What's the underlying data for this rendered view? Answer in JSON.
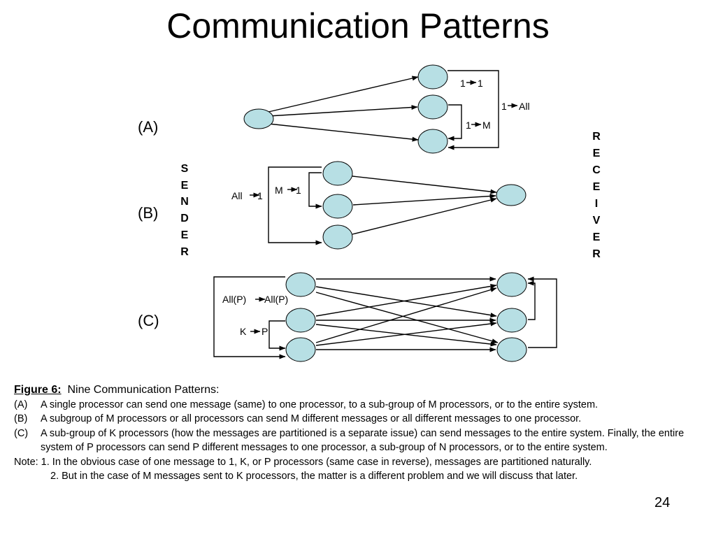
{
  "title": "Communication Patterns",
  "sections": {
    "a": "(A)",
    "b": "(B)",
    "c": "(C)"
  },
  "side_labels": {
    "sender": [
      "S",
      "E",
      "N",
      "D",
      "E",
      "R"
    ],
    "receiver": [
      "R",
      "E",
      "C",
      "E",
      "I",
      "V",
      "E",
      "R"
    ]
  },
  "diagram_labels": {
    "a_one_to_one": [
      "1",
      "1"
    ],
    "a_one_to_all": [
      "1",
      "All"
    ],
    "a_one_to_m": [
      "1",
      "M"
    ],
    "b_all_to_one": [
      "All",
      "1"
    ],
    "b_m_to_one": [
      "M",
      "1"
    ],
    "c_allp_to_allp": [
      "All(P)",
      "All(P)"
    ],
    "c_k_to_p": [
      "K",
      "P"
    ]
  },
  "caption": {
    "figure_label": "Figure 6:",
    "figure_title": "Nine Communication Patterns",
    "figure_colon": ":",
    "items": [
      {
        "key": "(A)",
        "text": "A single processor can send one message (same) to one processor, to a sub-group of M processors, or to the entire system."
      },
      {
        "key": "(B)",
        "text": "A subgroup of M processors or all processors can send M different messages or all different messages to one processor."
      },
      {
        "key": "(C)",
        "text": "A sub-group of K processors (how the messages are partitioned is a separate issue) can send messages to the entire system. Finally, the entire system of P processors can send P different messages to one processor, a sub-group of N processors, or to the entire system."
      }
    ],
    "note1": "Note: 1. In the obvious case of one message to 1, K, or P processors (same case in reverse), messages are partitioned naturally.",
    "note2": "2. But in the case of M messages sent to K processors, the matter is a different problem and we will discuss that later."
  },
  "page_number": "24"
}
